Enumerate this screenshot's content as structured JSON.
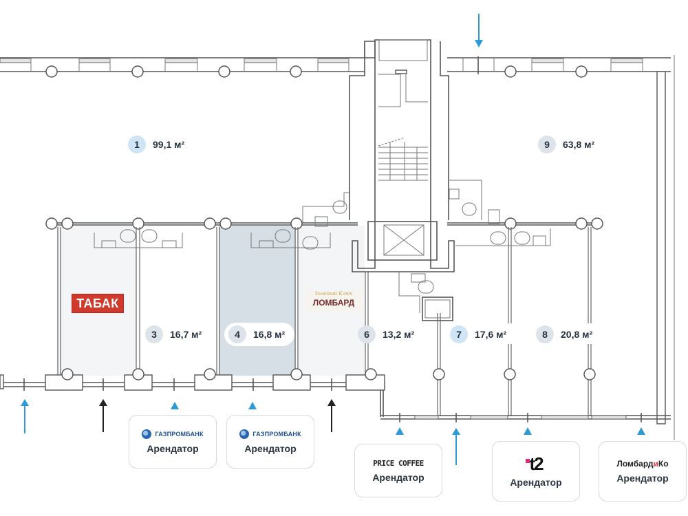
{
  "plan": {
    "title": "Floor plan — retail units",
    "colors": {
      "entrance_arrow_blue": "#2f9bd6",
      "entrance_arrow_black": "#222222",
      "selected_unit_fill": "#d6dee6",
      "badge_blue": "#cfe5f5",
      "badge_gray": "#dde3ea"
    },
    "units": [
      {
        "number": "1",
        "area": "99,1 м²",
        "badge": "blue"
      },
      {
        "number": "3",
        "area": "16,7 м²",
        "badge": "gray"
      },
      {
        "number": "4",
        "area": "16,8 м²",
        "badge": "gray",
        "selected": true
      },
      {
        "number": "6",
        "area": "13,2 м²",
        "badge": "gray"
      },
      {
        "number": "7",
        "area": "17,6 м²",
        "badge": "blue"
      },
      {
        "number": "8",
        "area": "20,8 м²",
        "badge": "gray"
      },
      {
        "number": "9",
        "area": "63,8 м²",
        "badge": "gray"
      }
    ],
    "in_plan_logos": {
      "tabak": "ТАБАК",
      "lombard_script": "Золотой Ключ",
      "lombard_main": "ЛОМБАРД"
    },
    "tenant_cards": [
      {
        "logo": "ГАЗПРОМБАНК",
        "role": "Арендатор"
      },
      {
        "logo": "ГАЗПРОМБАНК",
        "role": "Арендатор"
      },
      {
        "logo": "PRICE COFFEE",
        "role": "Арендатор"
      },
      {
        "logo": "t2",
        "role": "Арендатор"
      },
      {
        "logo_main": "Ломбард",
        "logo_accent": "и",
        "logo_tail": "Ко",
        "role": "Арендатор"
      }
    ],
    "entrance_arrows": [
      {
        "type": "arrow",
        "color": "blue",
        "direction": "up"
      },
      {
        "type": "arrow",
        "color": "black",
        "direction": "up"
      },
      {
        "type": "triangle",
        "color": "blue",
        "direction": "up"
      },
      {
        "type": "triangle",
        "color": "blue",
        "direction": "up"
      },
      {
        "type": "arrow",
        "color": "black",
        "direction": "up"
      },
      {
        "type": "triangle",
        "color": "blue",
        "direction": "up"
      },
      {
        "type": "arrow",
        "color": "blue",
        "direction": "up"
      },
      {
        "type": "triangle",
        "color": "blue",
        "direction": "up"
      },
      {
        "type": "triangle",
        "color": "blue",
        "direction": "up"
      },
      {
        "type": "arrow",
        "color": "blue",
        "direction": "down"
      }
    ]
  }
}
